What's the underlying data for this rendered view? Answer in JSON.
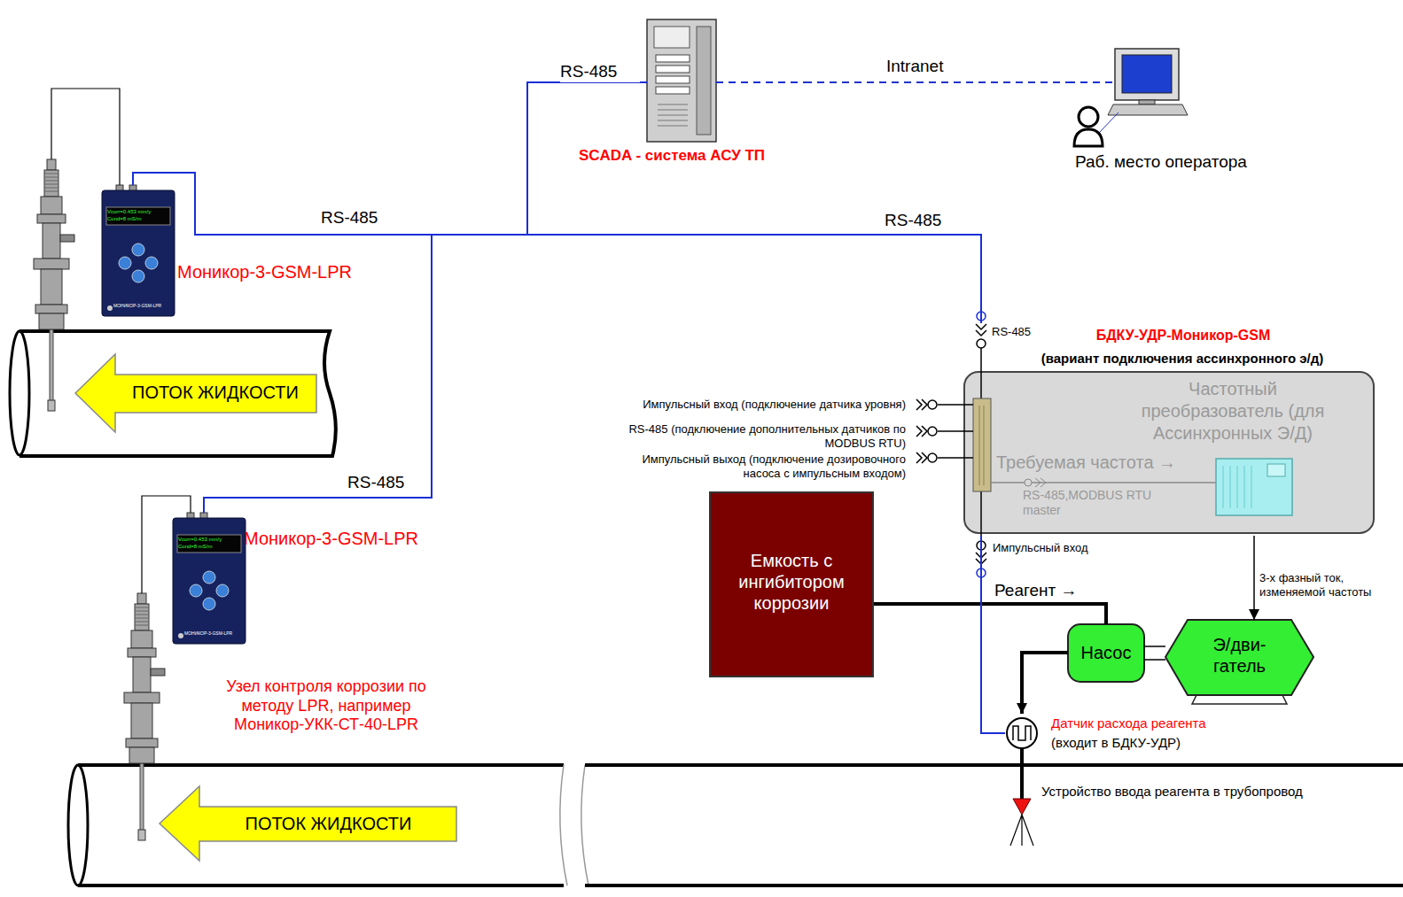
{
  "diagram": {
    "nodes": [
      {
        "text": [
          "SCADA - система АСУ ТП"
        ]
      },
      {
        "text": [
          "Раб. место оператора"
        ]
      },
      {
        "text": [
          "Моникор-3-GSM-LPR"
        ]
      },
      {
        "text": [
          "ПОТОК ЖИДКОСТИ"
        ]
      },
      {
        "text": [
          "Моникор-3-GSM-LPR"
        ]
      },
      {
        "text": [
          "БДКУ-УДР-Моникор-GSM",
          "(вариант подключения ассинхронного э/д)",
          "Частотный преобразователь (для Ассинхронных Э/Д)"
        ]
      },
      {
        "text": [
          "Емкость с ингибитором коррозии"
        ]
      },
      {
        "text": [
          "Насос"
        ]
      },
      {
        "text": [
          "Э/дви- гатель"
        ]
      },
      {
        "text": [
          "Датчик расхода реагента",
          "(входит в БДКУ-УДР)"
        ]
      },
      {
        "text": [
          "ПОТОК ЖИДКОСТИ"
        ]
      }
    ],
    "edges": [
      {
        "from": 0,
        "to": 1,
        "arrow": "none",
        "label": "Intranet"
      },
      {
        "from": 0,
        "to": 2,
        "arrow": "none",
        "label": "RS-485"
      },
      {
        "from": 0,
        "to": 4,
        "arrow": "none",
        "label": "RS-485"
      },
      {
        "from": 0,
        "to": 5,
        "arrow": "none",
        "label": "RS-485"
      },
      {
        "from": 6,
        "to": 7,
        "arrow": "none",
        "label": "Реагент →"
      },
      {
        "from": 7,
        "to": 8,
        "arrow": "none"
      },
      {
        "from": 7,
        "to": 9,
        "arrow": "to"
      },
      {
        "from": 9,
        "to": 5,
        "arrow": "none",
        "label": "Импульсный вход"
      },
      {
        "from": 5,
        "to": 8,
        "arrow": "to",
        "label": "3-х фазный ток, изменяемой частоты"
      }
    ],
    "labels": [
      "RS-485",
      "RS-485",
      "Импульсный вход (подключение датчика уровня)",
      "RS-485 (подключение дополнительных датчиков по MODBUS RTU)",
      "Импульсный выход (подключение дозировочного насоса с импульсным входом)",
      "Требуемая частота →",
      "RS-485,MODBUS RTU master",
      "Узел контроля коррозии по методу LPR, например Моникор-УКК-СТ-40-LPR",
      "Устройство ввода реагента в трубопровод",
      "Vcorr=0.453 mm/y",
      "Cond=8 mS/m",
      "МОНИКОР-3-GSM-LPR",
      "Vcorr=0.453 mm/y",
      "Cond=8 mS/m",
      "МОНИКОР-3-GSM-LPR"
    ]
  }
}
